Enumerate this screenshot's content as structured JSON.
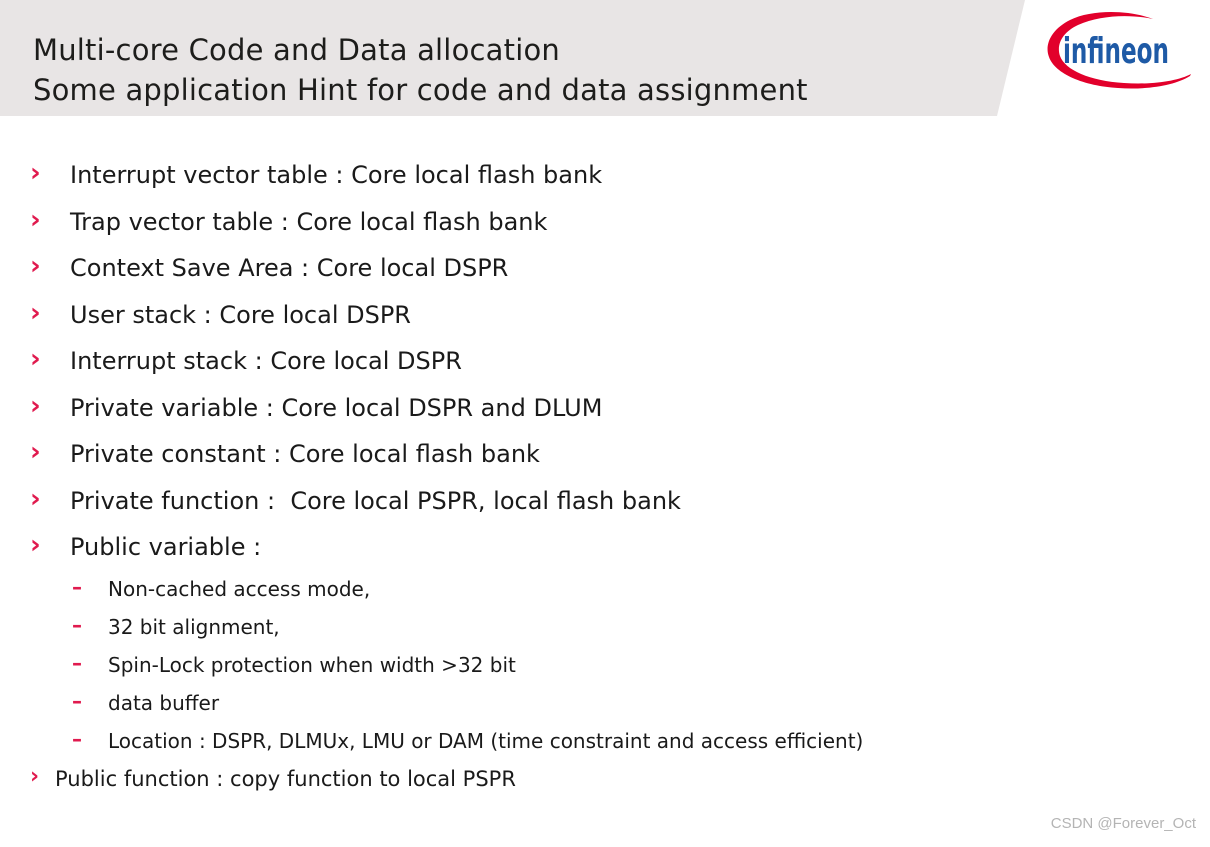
{
  "header": {
    "title_line1": "Multi-core Code and Data allocation",
    "title_line2": "Some application Hint for code and data assignment"
  },
  "logo": {
    "brand": "infineon"
  },
  "markers": {
    "chevron": "›",
    "dash": "–"
  },
  "content": {
    "bullets": [
      "Interrupt vector table : Core local flash bank",
      "Trap vector table : Core local flash bank",
      "Context Save Area : Core local DSPR",
      "User stack : Core local DSPR",
      "Interrupt stack : Core local DSPR",
      "Private variable : Core local DSPR and DLUM",
      "Private constant : Core local flash bank",
      "Private function :  Core local PSPR, local flash bank",
      "Public variable :"
    ],
    "sub_bullets": [
      "Non-cached access mode,",
      "32 bit alignment,",
      "Spin-Lock protection when width >32 bit",
      "data buffer",
      "Location : DSPR, DLMUx, LMU or DAM (time constraint and access efficient)"
    ],
    "final_bullet": "Public function : copy function to local PSPR"
  },
  "watermark": "CSDN @Forever_Oct",
  "colors": {
    "header_bg": "#e8e5e5",
    "accent_red": "#e01a4e",
    "logo_red": "#e2002b",
    "logo_blue": "#1e5aa6",
    "text": "#1a1a1a",
    "watermark": "#b4b4b4"
  }
}
